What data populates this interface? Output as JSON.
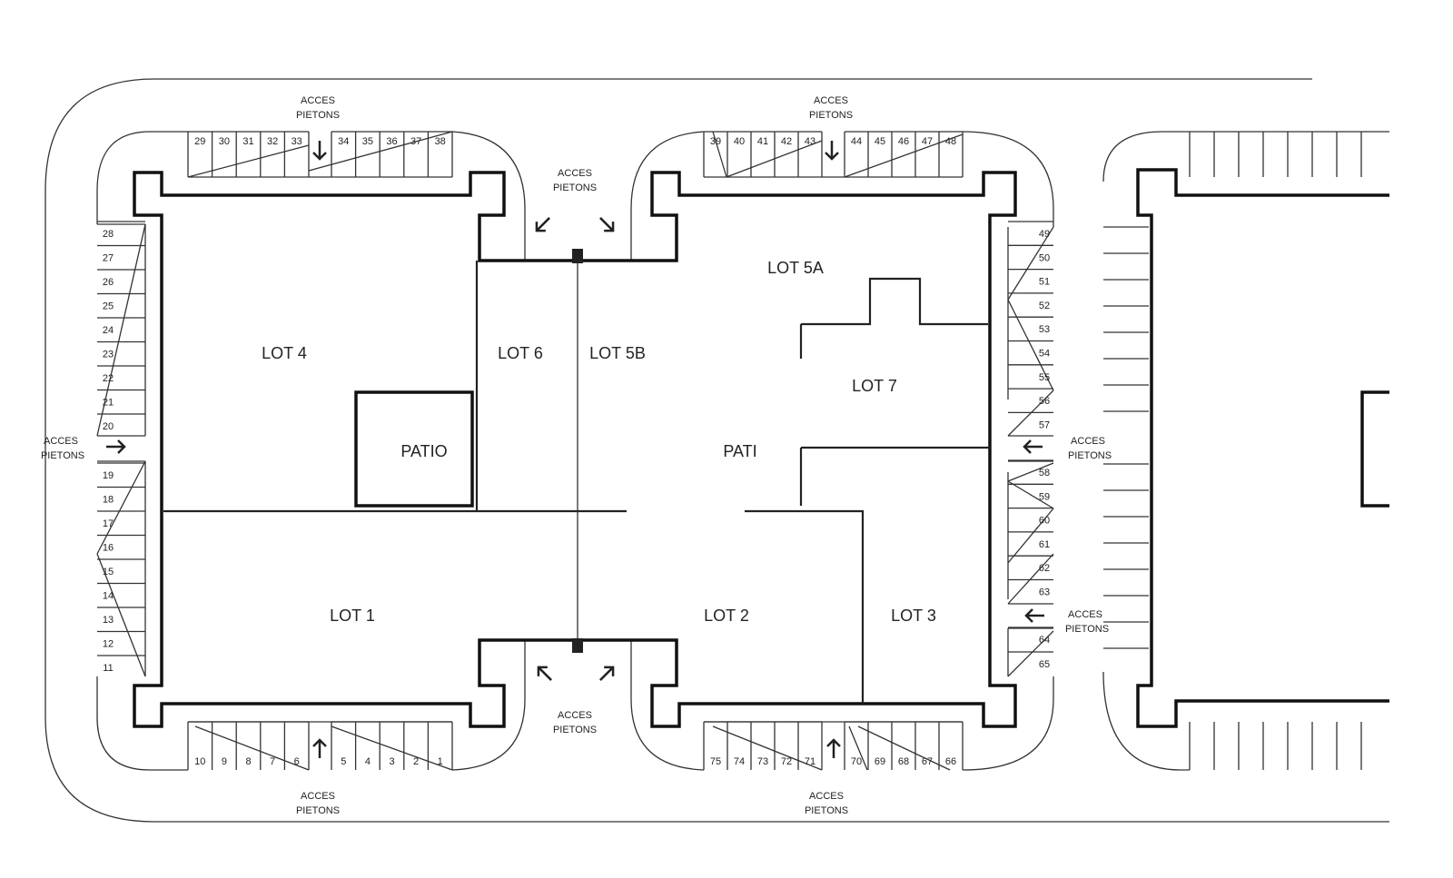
{
  "lots": {
    "lot4": "LOT 4",
    "lot6": "LOT 6",
    "lot5b": "LOT 5B",
    "lot5a": "LOT 5A",
    "lot7": "LOT 7",
    "patio_left": "PATIO",
    "patio_right": "PATI",
    "lot1": "LOT 1",
    "lot2": "LOT 2",
    "lot3": "LOT 3"
  },
  "access": {
    "line1": "ACCES",
    "line2": "PIETONS"
  },
  "parking": {
    "top_left": [
      "29",
      "30",
      "31",
      "32",
      "33",
      "34",
      "35",
      "36",
      "37",
      "38"
    ],
    "top_right": [
      "39",
      "40",
      "41",
      "42",
      "43",
      "44",
      "45",
      "46",
      "47",
      "48"
    ],
    "left_column": [
      "28",
      "27",
      "26",
      "25",
      "24",
      "23",
      "22",
      "21",
      "20",
      "19",
      "18",
      "17",
      "16",
      "15",
      "14",
      "13",
      "12",
      "11"
    ],
    "right_column": [
      "49",
      "50",
      "51",
      "52",
      "53",
      "54",
      "55",
      "56",
      "57",
      "58",
      "59",
      "60",
      "61",
      "62",
      "63",
      "64",
      "65"
    ],
    "bottom_left": [
      "10",
      "9",
      "8",
      "7",
      "6",
      "5",
      "4",
      "3",
      "2",
      "1"
    ],
    "bottom_right": [
      "75",
      "74",
      "73",
      "72",
      "71",
      "70",
      "69",
      "68",
      "67",
      "66"
    ]
  }
}
